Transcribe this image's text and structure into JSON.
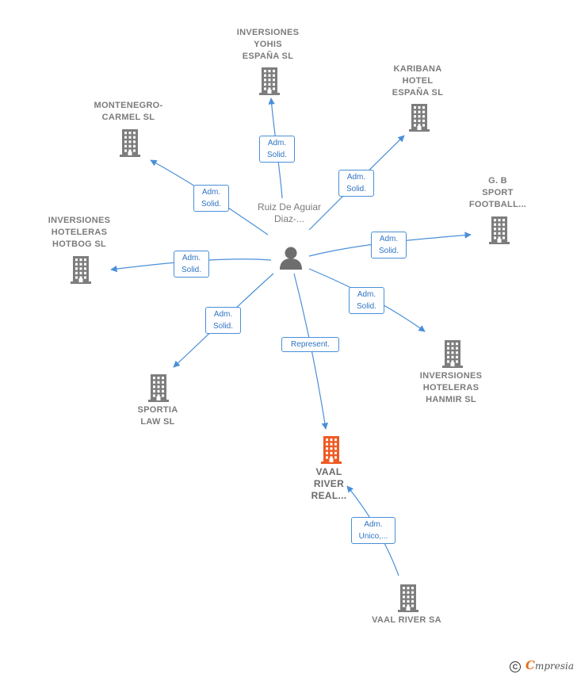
{
  "colors": {
    "edge": "#4a8fd8",
    "building": "#7d7d7d",
    "building_main": "#ee5a22",
    "person": "#6e6e6e"
  },
  "person": {
    "name": "Ruiz De\nAguiar\nDiaz-..."
  },
  "nodes": [
    {
      "id": "yohis",
      "label": "INVERSIONES\nYOHIS\nESPAÑA  SL",
      "main": false
    },
    {
      "id": "karibana",
      "label": "KARIBANA\nHOTEL\nESPAÑA  SL",
      "main": false
    },
    {
      "id": "montenegro",
      "label": "MONTENEGRO-\nCARMEL  SL",
      "main": false
    },
    {
      "id": "gbsport",
      "label": "G.  B\nSPORT\nFOOTBALL...",
      "main": false
    },
    {
      "id": "hotbog",
      "label": "INVERSIONES\nHOTELERAS\nHOTBOG  SL",
      "main": false
    },
    {
      "id": "hanmir",
      "label": "INVERSIONES\nHOTELERAS\nHANMIR  SL",
      "main": false
    },
    {
      "id": "sportia",
      "label": "SPORTIA\nLAW SL",
      "main": false
    },
    {
      "id": "vaal_real",
      "label": "VAAL\nRIVER\nREAL...",
      "main": true
    },
    {
      "id": "vaal_sa",
      "label": "VAAL RIVER SA",
      "main": false
    }
  ],
  "edges": [
    {
      "id": "e_yohis",
      "label": "Adm.\nSolid."
    },
    {
      "id": "e_karibana",
      "label": "Adm.\nSolid."
    },
    {
      "id": "e_montenegro",
      "label": "Adm.\nSolid."
    },
    {
      "id": "e_gbsport",
      "label": "Adm.\nSolid."
    },
    {
      "id": "e_hotbog",
      "label": "Adm.\nSolid."
    },
    {
      "id": "e_hanmir",
      "label": "Adm.\nSolid."
    },
    {
      "id": "e_sportia",
      "label": "Adm.\nSolid."
    },
    {
      "id": "e_vaal_real",
      "label": "Represent."
    },
    {
      "id": "e_vaal_sa",
      "label": "Adm.\nUnico,..."
    }
  ],
  "footer": {
    "copyright_symbol": "C",
    "brand_first": "C",
    "brand_rest": "mpresia"
  }
}
